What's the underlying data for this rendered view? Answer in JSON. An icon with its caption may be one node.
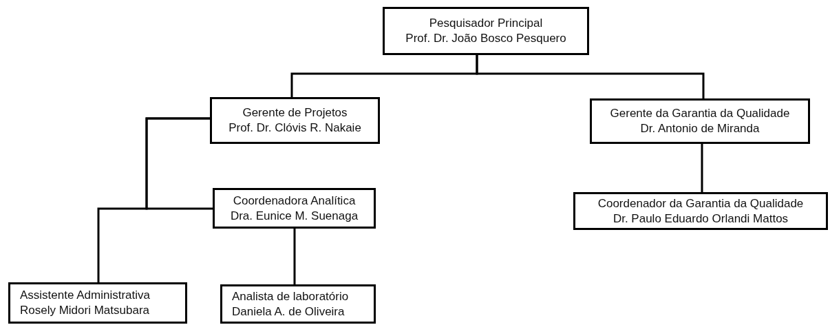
{
  "diagram": {
    "nodes": [
      {
        "text": [
          "Pesquisador Principal",
          "Prof. Dr. João Bosco Pesquero"
        ]
      },
      {
        "text": [
          "Gerente de Projetos",
          "Prof. Dr. Clóvis R. Nakaie"
        ]
      },
      {
        "text": [
          "Gerente da Garantia da Qualidade",
          "Dr. Antonio de Miranda"
        ]
      },
      {
        "text": [
          "Coordenadora Analítica",
          "Dra. Eunice M. Suenaga"
        ]
      },
      {
        "text": [
          "Coordenador da Garantia da Qualidade",
          "Dr. Paulo Eduardo Orlandi Mattos"
        ]
      },
      {
        "text": [
          "Assistente Administrativa",
          "Rosely Midori Matsubara"
        ]
      },
      {
        "text": [
          "Analista de laboratório",
          "Daniela A. de Oliveira"
        ]
      }
    ],
    "edges": [
      {
        "from": 0,
        "to": 1,
        "arrow": "none"
      },
      {
        "from": 0,
        "to": 2,
        "arrow": "none"
      },
      {
        "from": 1,
        "to": 3,
        "arrow": "none"
      },
      {
        "from": 1,
        "to": 5,
        "arrow": "none"
      },
      {
        "from": 3,
        "to": 6,
        "arrow": "none"
      },
      {
        "from": 2,
        "to": 4,
        "arrow": "none"
      }
    ]
  }
}
